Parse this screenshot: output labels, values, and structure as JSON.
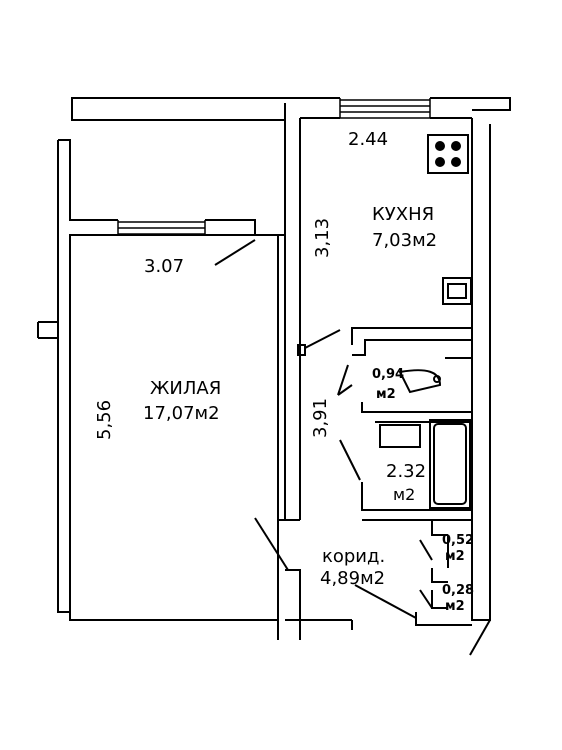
{
  "rooms": {
    "kitchen": {
      "name": "КУХНЯ",
      "area": "7,03м2",
      "width": "2.44",
      "depth": "3,13"
    },
    "living": {
      "name": "ЖИЛАЯ",
      "area": "17,07м2",
      "width": "3.07",
      "depth": "5,56"
    },
    "toilet": {
      "area_value": "0,94",
      "area_unit": "м2"
    },
    "bathroom": {
      "area_value": "2.32",
      "area_unit": "м2"
    },
    "corridor": {
      "name": "корид.",
      "area": "4,89м2",
      "depth": "3,91"
    },
    "closet1": {
      "area_value": "0,52",
      "area_unit": "м2"
    },
    "closet2": {
      "area_value": "0,28",
      "area_unit": "м2"
    }
  },
  "colors": {
    "line": "#000000",
    "background": "#ffffff"
  }
}
